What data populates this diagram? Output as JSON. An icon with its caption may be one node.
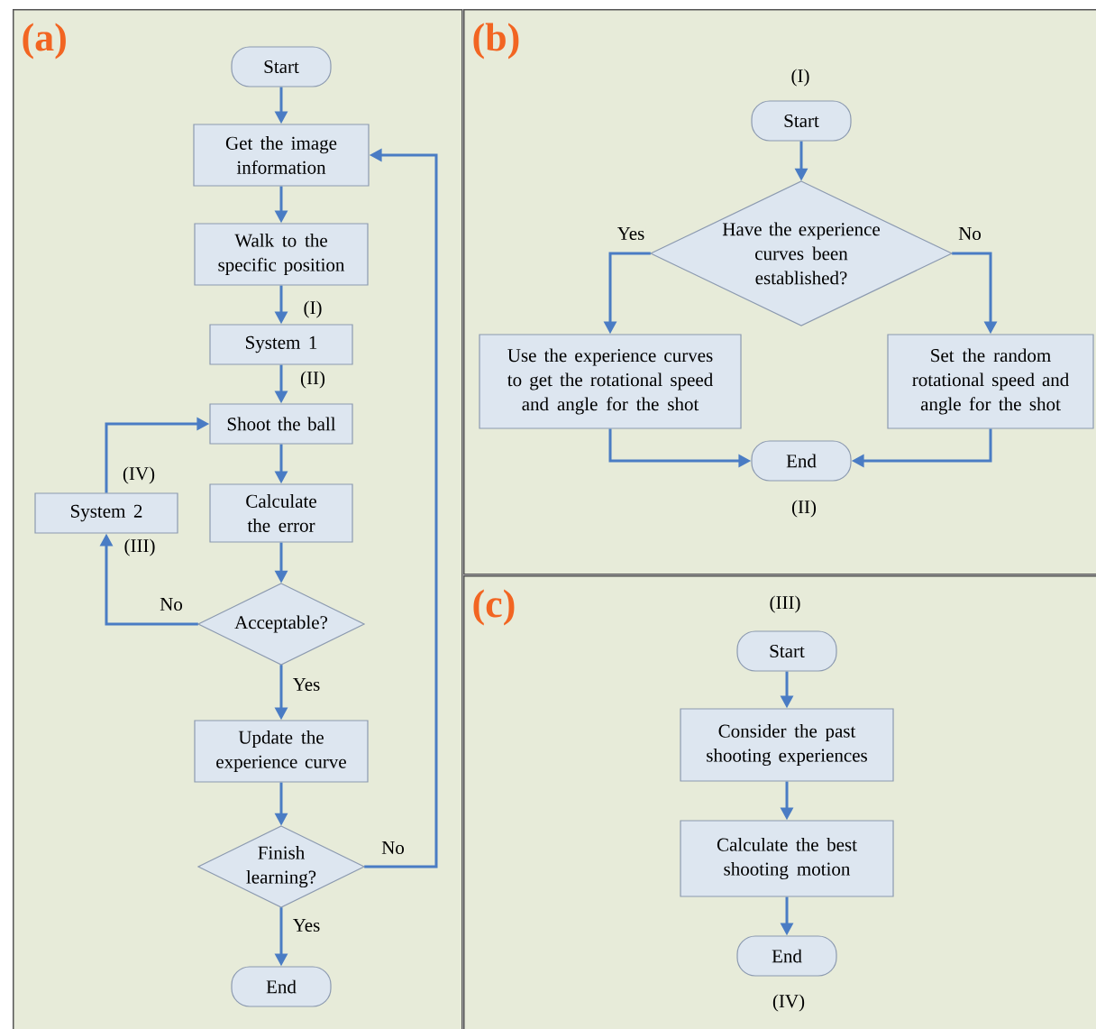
{
  "diagram": {
    "nodes": [
      {
        "text": [
          "(a)"
        ]
      },
      {
        "text": [
          "Start"
        ],
        "in": 0
      },
      {
        "text": [
          "Get the image information"
        ],
        "in": 0
      },
      {
        "text": [
          "Walk to the specific position"
        ],
        "in": 0
      },
      {
        "text": [
          "System 1"
        ],
        "in": 0
      },
      {
        "text": [
          "Shoot the ball"
        ],
        "in": 0
      },
      {
        "text": [
          "Calculate the error"
        ],
        "in": 0
      },
      {
        "text": [
          "Acceptable?"
        ],
        "in": 0
      },
      {
        "text": [
          "Update the experience curve"
        ],
        "in": 0
      },
      {
        "text": [
          "Finish learning?"
        ],
        "in": 0
      },
      {
        "text": [
          "End"
        ],
        "in": 0
      },
      {
        "text": [
          "System 2"
        ],
        "in": 0
      },
      {
        "text": [
          "(b)"
        ]
      },
      {
        "text": [
          "Start"
        ],
        "in": 12,
        "beside": [
          "(I)"
        ]
      },
      {
        "text": [
          "Have the experience curves been established?"
        ],
        "in": 12
      },
      {
        "text": [
          "Use the experience curves to get the rotational speed and angle for the shot"
        ],
        "in": 12
      },
      {
        "text": [
          "Set the random rotational speed and angle for the shot"
        ],
        "in": 12
      },
      {
        "text": [
          "End"
        ],
        "in": 12,
        "beside": [
          "(II)"
        ]
      },
      {
        "text": [
          "(c)"
        ]
      },
      {
        "text": [
          "Start"
        ],
        "in": 18,
        "beside": [
          "(III)"
        ]
      },
      {
        "text": [
          "Consider the past shooting experiences"
        ],
        "in": 18
      },
      {
        "text": [
          "Calculate the best shooting motion"
        ],
        "in": 18
      },
      {
        "text": [
          "End"
        ],
        "in": 18,
        "beside": [
          "(IV)"
        ]
      }
    ],
    "edges": [
      {
        "from": 1,
        "to": 2,
        "arrow": "to"
      },
      {
        "from": 2,
        "to": 3,
        "arrow": "to"
      },
      {
        "from": 3,
        "to": 4,
        "arrow": "to",
        "label": "(I)"
      },
      {
        "from": 4,
        "to": 5,
        "arrow": "to",
        "label": "(II)"
      },
      {
        "from": 5,
        "to": 6,
        "arrow": "to"
      },
      {
        "from": 6,
        "to": 7,
        "arrow": "to"
      },
      {
        "from": 7,
        "to": 11,
        "arrow": "to",
        "label": "No"
      },
      {
        "from": 11,
        "to": 5,
        "arrow": "to",
        "label": "(IV)"
      },
      {
        "from": 7,
        "to": 8,
        "arrow": "to",
        "label": "Yes"
      },
      {
        "from": 8,
        "to": 9,
        "arrow": "to"
      },
      {
        "from": 9,
        "to": 10,
        "arrow": "to",
        "label": "Yes"
      },
      {
        "from": 9,
        "to": 2,
        "arrow": "to",
        "label": "No"
      },
      {
        "from": 13,
        "to": 14,
        "arrow": "to"
      },
      {
        "from": 14,
        "to": 15,
        "arrow": "to",
        "label": "Yes"
      },
      {
        "from": 14,
        "to": 16,
        "arrow": "to",
        "label": "No"
      },
      {
        "from": 15,
        "to": 17,
        "arrow": "to"
      },
      {
        "from": 16,
        "to": 17,
        "arrow": "to"
      },
      {
        "from": 19,
        "to": 20,
        "arrow": "to"
      },
      {
        "from": 20,
        "to": 21,
        "arrow": "to"
      },
      {
        "from": 21,
        "to": 22,
        "arrow": "to"
      }
    ],
    "labels": [
      "(III)"
    ]
  }
}
